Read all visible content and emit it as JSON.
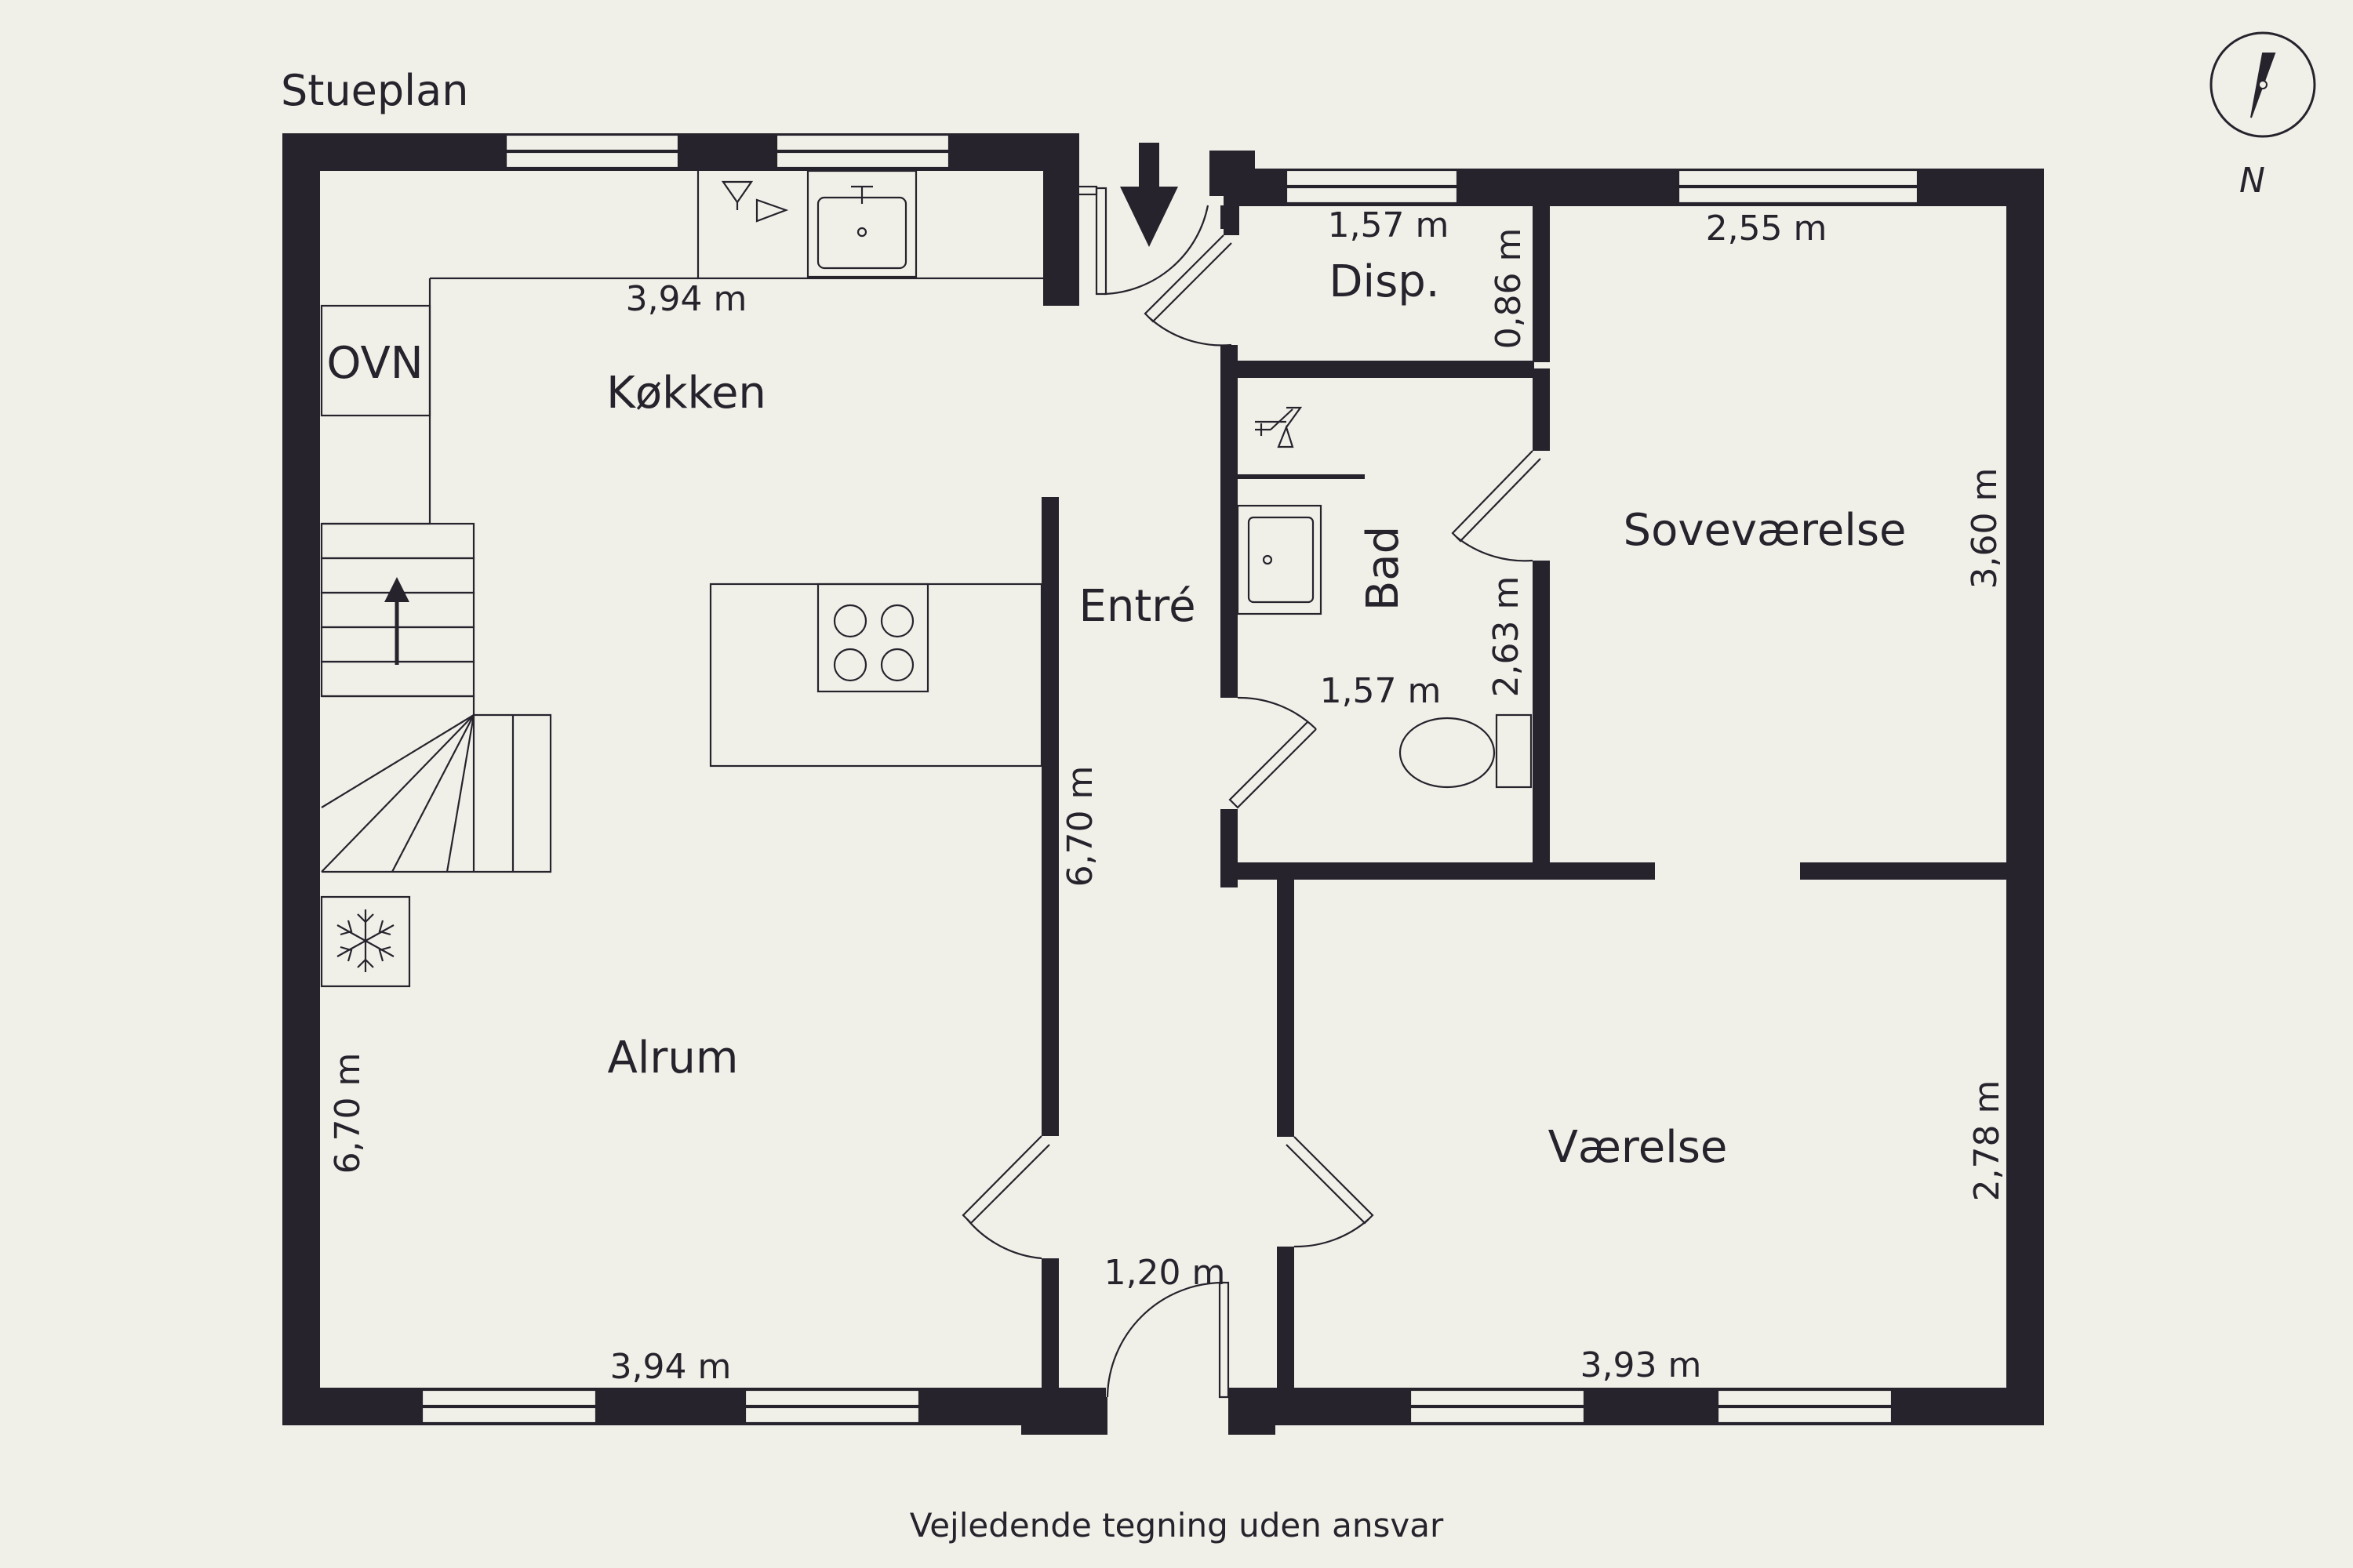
{
  "title": "Stueplan",
  "footer": "Vejledende tegning uden ansvar",
  "compass": {
    "label": "N"
  },
  "rooms": {
    "kokken": "Køkken",
    "alrum": "Alrum",
    "entre": "Entré",
    "disp": "Disp.",
    "bad": "Bad",
    "sovevaerelse": "Soveværelse",
    "vaerelse": "Værelse",
    "ovn": "OVN"
  },
  "dimensions": {
    "kitchen_width": "3,94 m",
    "alrum_width": "3,94 m",
    "west_length": "6,70 m",
    "entre_length": "6,70 m",
    "entrance_width": "1,20 m",
    "disp_width": "1,57 m",
    "disp_depth": "0,86 m",
    "bad_width": "1,57 m",
    "bad_depth": "2,63 m",
    "sove_width": "2,55 m",
    "sove_depth": "3,60 m",
    "vaerelse_width": "3,93 m",
    "vaerelse_depth": "2,78 m"
  },
  "colors": {
    "wall": "#26232d",
    "background": "#f1f0e8"
  }
}
